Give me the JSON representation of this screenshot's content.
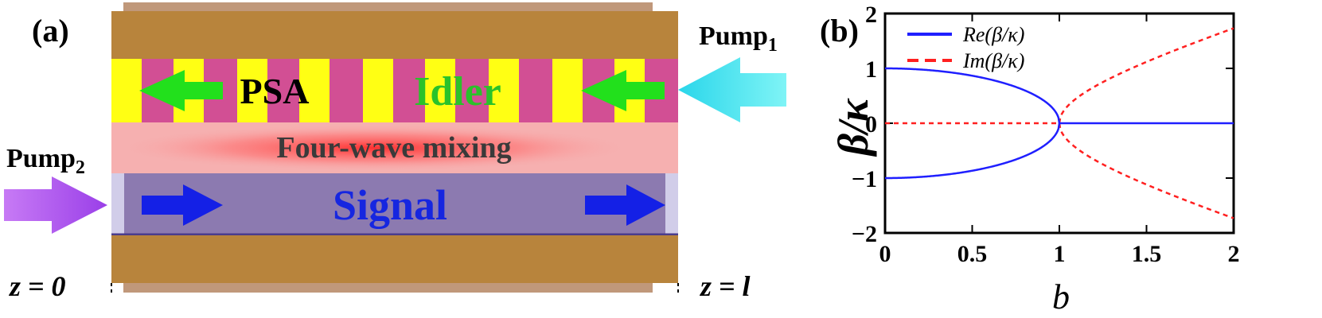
{
  "panel_a": {
    "label": "(a)",
    "pump1_label": "Pump",
    "pump1_sub": "1",
    "pump2_label": "Pump",
    "pump2_sub": "2",
    "psa_label": "PSA",
    "idler_label": "Idler",
    "fwm_label": "Four-wave mixing",
    "signal_label": "Signal",
    "z_start_label": "z = 0",
    "z_end_label": "z = l",
    "colors": {
      "metal": "#b8843c",
      "stripe_yellow": "#ffff14",
      "stripe_magenta": "#d24f94",
      "fwm_band": "#f6a8a8",
      "signal_band": "#8c7ab0",
      "idler_arrow": "#22e01c",
      "signal_arrow": "#1420e6",
      "pump1_arrow": "#46e6ee",
      "pump2_arrow": "#b85cf2"
    }
  },
  "panel_b": {
    "label": "(b)",
    "ylabel": "β/κ",
    "xlabel": "b",
    "legend": [
      {
        "text": "Re(β/κ)",
        "style": "solid",
        "color": "#1f1fff"
      },
      {
        "text": "Im(β/κ)",
        "style": "dashed",
        "color": "#ff2020"
      }
    ],
    "chart_data": {
      "type": "line",
      "xlim": [
        0,
        2
      ],
      "ylim": [
        -2,
        2
      ],
      "xticks": [
        "0",
        "0.5",
        "1",
        "1.5",
        "2"
      ],
      "yticks": [
        "2",
        "1",
        "0",
        "−1",
        "−2"
      ],
      "series": [
        {
          "name": "Re(β/κ)",
          "formula": "±sqrt(1−b²) for b≤1; 0 for b>1",
          "color": "#1f1fff",
          "dash": false
        },
        {
          "name": "Im(β/κ)",
          "formula": "0 for b≤1; ±sqrt(b²−1) for b>1",
          "color": "#ff2020",
          "dash": true
        }
      ]
    }
  }
}
